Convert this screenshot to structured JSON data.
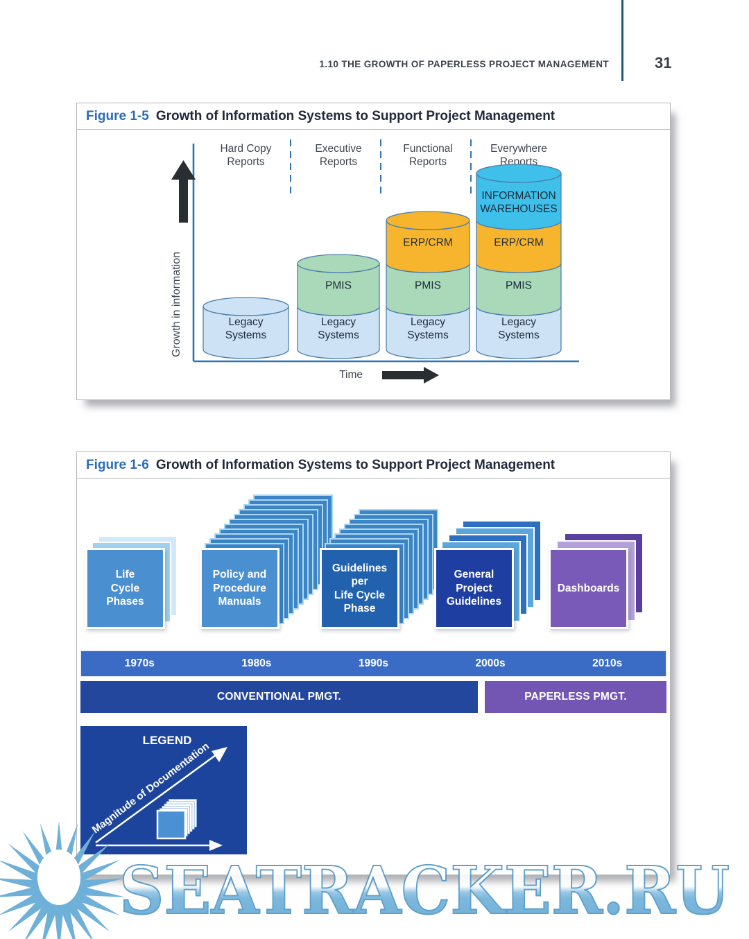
{
  "page": {
    "header": "1.10  THE GROWTH OF PAPERLESS PROJECT MANAGEMENT",
    "page_number": "31",
    "watermark": "SEATRACKER.RU"
  },
  "figure5": {
    "label": "Figure 1-5",
    "title": "Growth of Information Systems to Support Project Management",
    "chart_data": {
      "type": "bar",
      "subtype": "stacked-cylinders",
      "x_axis_label": "Time",
      "y_axis_label": "Growth in information",
      "axis_color": "#2e75b6",
      "label_color": "#3e464f",
      "segment_label_color": "#1d2b3a",
      "categories": [
        "Hard Copy\nReports",
        "Executive\nReports",
        "Functional\nReports",
        "Everywhere\nReports"
      ],
      "stacks": [
        [
          "legacy"
        ],
        [
          "legacy",
          "pmis"
        ],
        [
          "legacy",
          "pmis",
          "erp"
        ],
        [
          "legacy",
          "pmis",
          "erp",
          "warehouse"
        ]
      ],
      "systems": {
        "legacy": {
          "label": "Legacy\nSystems",
          "color": "#cde2f4",
          "height": 62
        },
        "pmis": {
          "label": "PMIS",
          "color": "#a9d9b9",
          "height": 62
        },
        "erp": {
          "label": "ERP/CRM",
          "color": "#f6b52d",
          "height": 62
        },
        "warehouse": {
          "label": "INFORMATION\nWAREHOUSES",
          "color": "#3ec0ea",
          "height": 68
        }
      }
    }
  },
  "figure6": {
    "label": "Figure 1-6",
    "title": "Growth of Information Systems to Support Project Management",
    "chart_data": {
      "type": "timeline-diagram",
      "doc_stacks": [
        {
          "label": "Life\nCycle\nPhases",
          "front_color": "#4a8fd0",
          "cards": 2,
          "step": 9,
          "card_colors": [
            "#9fd2ee",
            "#cfe9f8"
          ],
          "card_border": "#ffffff"
        },
        {
          "label": "Policy and\nProcedure\nManuals",
          "front_color": "#4a8fd0",
          "cards": 11,
          "step": 7,
          "card_colors": [
            "#3b84c6"
          ],
          "card_border": "#aed7f2"
        },
        {
          "label": "Guidelines\nper\nLife Cycle\nPhase",
          "front_color": "#2161ae",
          "cards": 8,
          "step": 7,
          "card_colors": [
            "#3b84c6"
          ],
          "card_border": "#aed7f2"
        },
        {
          "label": "General\nProject\nGuidelines",
          "front_color": "#1e3fa1",
          "cards": 4,
          "step": 10,
          "card_colors": [
            "#5aa7dd",
            "#2d6fc0"
          ],
          "card_border": "#ffffff"
        },
        {
          "label": "Dashboards",
          "front_color": "#7a5ab8",
          "cards": 2,
          "step": 11,
          "card_colors": [
            "#b4a0d8",
            "#5b3f9f"
          ],
          "card_border": "#ffffff"
        }
      ],
      "decades": [
        "1970s",
        "1980s",
        "1990s",
        "2000s",
        "2010s"
      ],
      "decades_bar_color": "#3b6cc5",
      "eras": [
        {
          "label": "CONVENTIONAL PMGT.",
          "color": "#24479e",
          "width_pct": 67.8
        },
        {
          "label": "PAPERLESS PMGT.",
          "color": "#7356b4",
          "width_pct": 31.0
        }
      ],
      "legend": {
        "title": "LEGEND",
        "axis_label": "Magnitude of Documentation",
        "background": "#1c449c"
      }
    }
  }
}
